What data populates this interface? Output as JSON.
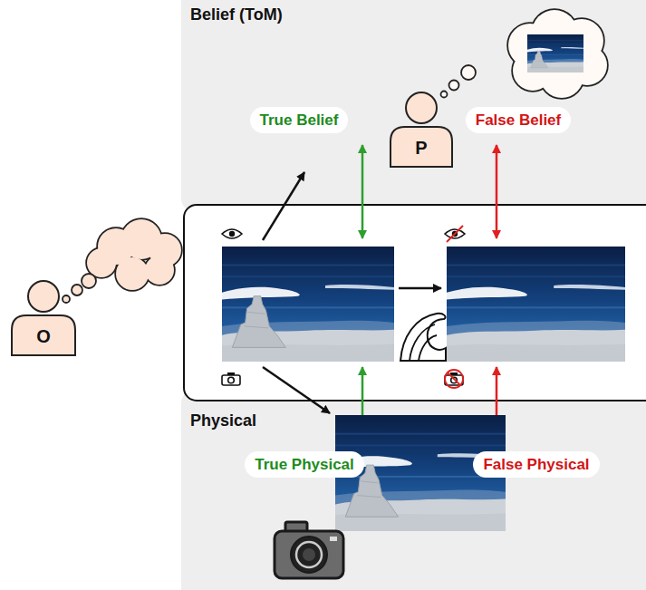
{
  "diagram": {
    "nodes": [
      {
        "text": [
          "Belief (ToM)"
        ]
      },
      {
        "text": [
          "True Belief"
        ],
        "in": 0
      },
      {
        "text": [
          "P"
        ],
        "in": 0
      },
      {
        "text": [
          "False Belief"
        ],
        "in": 0
      },
      {
        "text": [
          "O"
        ]
      },
      {
        "text": [
          "Physical"
        ]
      },
      {
        "text": [
          "True Physical"
        ],
        "in": 5
      },
      {
        "text": [
          "False Physical"
        ],
        "in": 5
      }
    ]
  }
}
